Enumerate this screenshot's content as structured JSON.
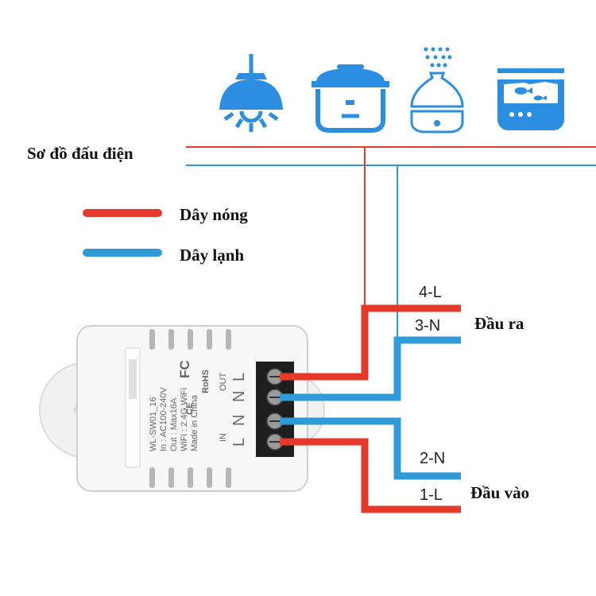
{
  "diagram": {
    "title": "Sơ đồ đấu điện",
    "legend": [
      {
        "label": "Dây nóng",
        "color": "#e53a2a"
      },
      {
        "label": "Dây lạnh",
        "color": "#2f9ad8"
      }
    ],
    "appliances": [
      "lamp-icon",
      "rice-cooker-icon",
      "humidifier-icon",
      "aquarium-icon"
    ],
    "accent_color": "#2b8ee0",
    "terminals": {
      "out_l": "4-L",
      "out_n": "3-N",
      "in_n": "2-N",
      "in_l": "1-L"
    },
    "groups": {
      "output": "Đầu ra",
      "input": "Đầu vào"
    },
    "device": {
      "model": "WL-SW01_16",
      "input": "In : AC100-240V",
      "output": "Out : Max16A",
      "wifi": "WiFi : 2.4G WiFi",
      "origin": "Made in China",
      "in_label": "IN",
      "out_label": "OUT",
      "letters": [
        "L",
        "N",
        "N",
        "L"
      ],
      "cert": "FC",
      "ce": "CE",
      "rohs": "RoHS"
    }
  }
}
